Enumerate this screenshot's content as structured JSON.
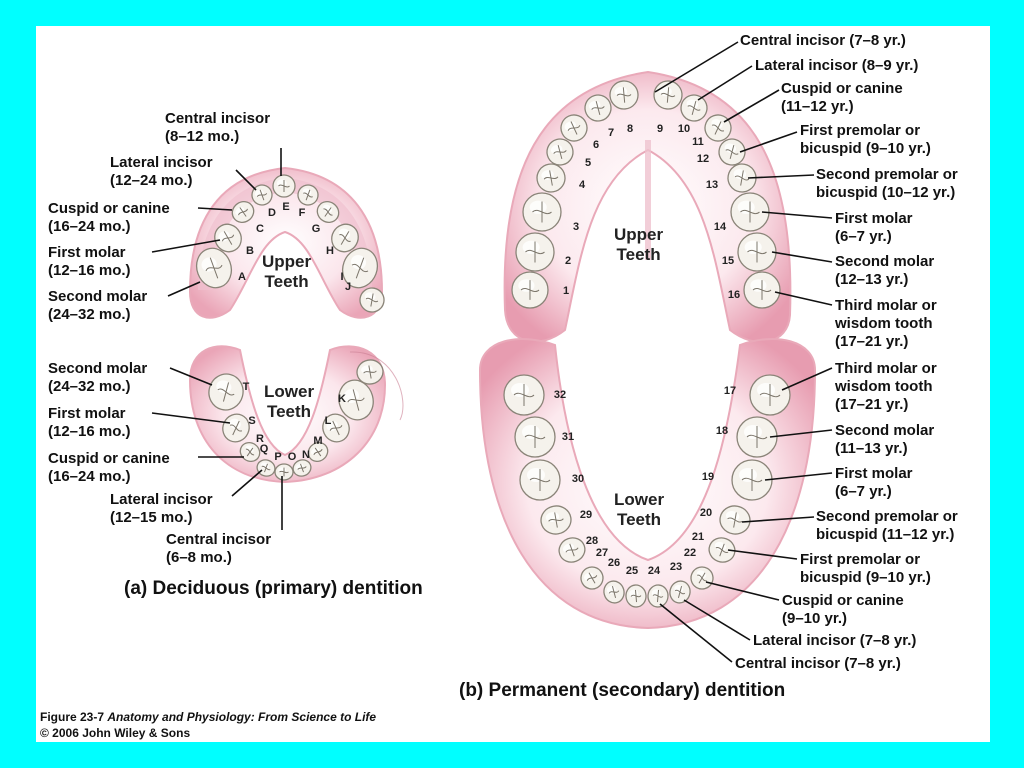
{
  "figure": {
    "caption_number": "Figure 23-7",
    "caption_source": "Anatomy and Physiology: From Science to Life",
    "copyright": "© 2006 John Wiley & Sons"
  },
  "deciduous": {
    "title": "(a) Deciduous (primary) dentition",
    "upper_label": [
      "Upper",
      "Teeth"
    ],
    "lower_label": [
      "Lower",
      "Teeth"
    ],
    "upper_callouts": [
      {
        "name": "Central incisor",
        "age": "(8–12 mo.)"
      },
      {
        "name": "Lateral incisor",
        "age": "(12–24 mo.)"
      },
      {
        "name": "Cuspid or canine",
        "age": "(16–24 mo.)"
      },
      {
        "name": "First molar",
        "age": "(12–16 mo.)"
      },
      {
        "name": "Second molar",
        "age": "(24–32 mo.)"
      }
    ],
    "lower_callouts": [
      {
        "name": "Second molar",
        "age": "(24–32 mo.)"
      },
      {
        "name": "First molar",
        "age": "(12–16 mo.)"
      },
      {
        "name": "Cuspid or canine",
        "age": "(16–24 mo.)"
      },
      {
        "name": "Lateral incisor",
        "age": "(12–15 mo.)"
      },
      {
        "name": "Central incisor",
        "age": "(6–8 mo.)"
      }
    ],
    "upper_letters": [
      "A",
      "B",
      "C",
      "D",
      "E",
      "F",
      "G",
      "H",
      "I",
      "J"
    ],
    "lower_letters": [
      "K",
      "L",
      "M",
      "N",
      "O",
      "P",
      "Q",
      "R",
      "S",
      "T"
    ]
  },
  "permanent": {
    "title": "(b) Permanent (secondary) dentition",
    "upper_label": [
      "Upper",
      "Teeth"
    ],
    "lower_label": [
      "Lower",
      "Teeth"
    ],
    "upper_callouts": [
      {
        "name": "Central incisor (7–8 yr.)",
        "age": ""
      },
      {
        "name": "Lateral incisor (8–9 yr.)",
        "age": ""
      },
      {
        "name": "Cuspid or canine",
        "age": "(11–12 yr.)"
      },
      {
        "name": "First premolar or",
        "age": "bicuspid (9–10 yr.)"
      },
      {
        "name": "Second premolar or",
        "age": "bicuspid (10–12 yr.)"
      },
      {
        "name": "First molar",
        "age": "(6–7 yr.)"
      },
      {
        "name": "Second molar",
        "age": "(12–13 yr.)"
      },
      {
        "name": "Third molar or",
        "age": "wisdom tooth",
        "extra": "(17–21 yr.)"
      }
    ],
    "lower_callouts": [
      {
        "name": "Third molar or",
        "age": "wisdom tooth",
        "extra": "(17–21 yr.)"
      },
      {
        "name": "Second molar",
        "age": "(11–13 yr.)"
      },
      {
        "name": "First molar",
        "age": "(6–7 yr.)"
      },
      {
        "name": "Second premolar or",
        "age": "bicuspid (11–12 yr.)"
      },
      {
        "name": "First premolar or",
        "age": "bicuspid (9–10 yr.)"
      },
      {
        "name": "Cuspid or canine",
        "age": "(9–10 yr.)"
      },
      {
        "name": "Lateral incisor (7–8 yr.)",
        "age": ""
      },
      {
        "name": "Central incisor (7–8 yr.)",
        "age": ""
      }
    ],
    "upper_numbers": [
      "1",
      "2",
      "3",
      "4",
      "5",
      "6",
      "7",
      "8",
      "9",
      "10",
      "11",
      "12",
      "13",
      "14",
      "15",
      "16"
    ],
    "lower_numbers": [
      "17",
      "18",
      "19",
      "20",
      "21",
      "22",
      "23",
      "24",
      "25",
      "26",
      "27",
      "28",
      "29",
      "30",
      "31",
      "32"
    ]
  },
  "colors": {
    "frame": "#00FFFF",
    "panel": "#FFFFFF",
    "gum": "#F2B9C6",
    "gum_dark": "#D98CA0",
    "tooth": "#F4F1EA",
    "tooth_outline": "#8A8478",
    "text": "#111111"
  }
}
